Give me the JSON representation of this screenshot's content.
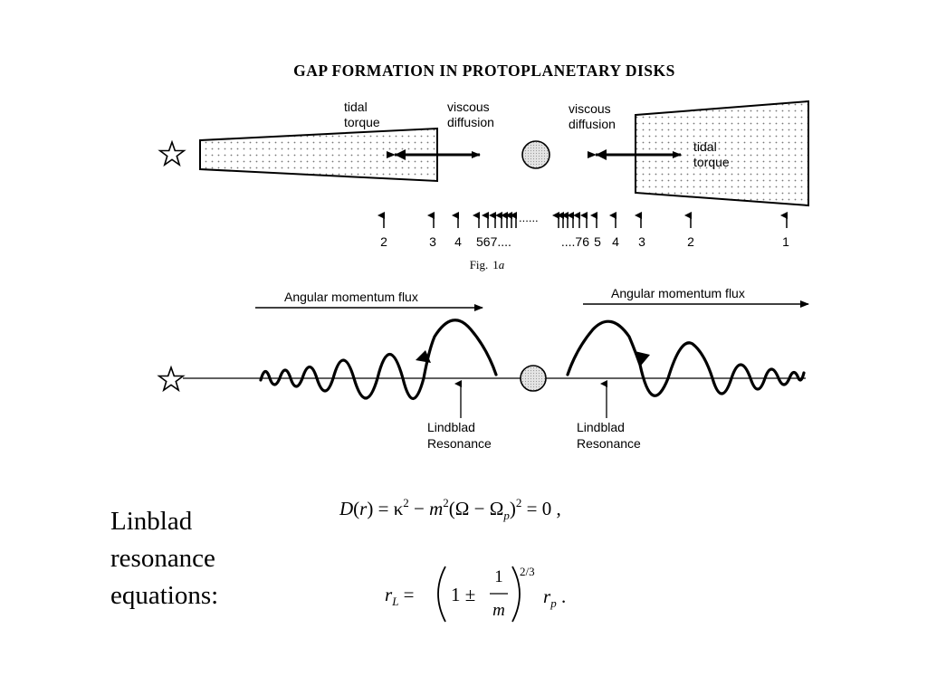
{
  "figure": {
    "title": "GAP FORMATION IN PROTOPLANETARY DISKS",
    "fig1a": {
      "caption_prefix": "Fig.",
      "caption_num": "1",
      "caption_letter": "a",
      "left_tidal": [
        "tidal",
        "torque"
      ],
      "left_viscous": [
        "viscous",
        "diffusion"
      ],
      "right_viscous": [
        "viscous",
        "diffusion"
      ],
      "right_tidal": [
        "tidal",
        "torque"
      ],
      "resonance_labels_left": [
        "2",
        "3",
        "4",
        "567...."
      ],
      "resonance_labels_right": [
        "....76",
        "5",
        "4",
        "3",
        "2",
        "1"
      ],
      "ellipsis_mid": "......"
    },
    "fig1b": {
      "flux_left": "Angular momentum flux",
      "flux_right": "Angular momentum flux",
      "lindblad_left": [
        "Lindblad",
        "Resonance"
      ],
      "lindblad_right": [
        "Lindblad",
        "Resonance"
      ]
    }
  },
  "side_label": [
    "Linblad",
    "resonance",
    "equations:"
  ],
  "equations": {
    "eq1": "D(r) = κ² − m²(Ω − Ωₚ)² = 0 ,",
    "eq2": "r_L = (1 ± 1/m)^{2/3} r_p ."
  }
}
